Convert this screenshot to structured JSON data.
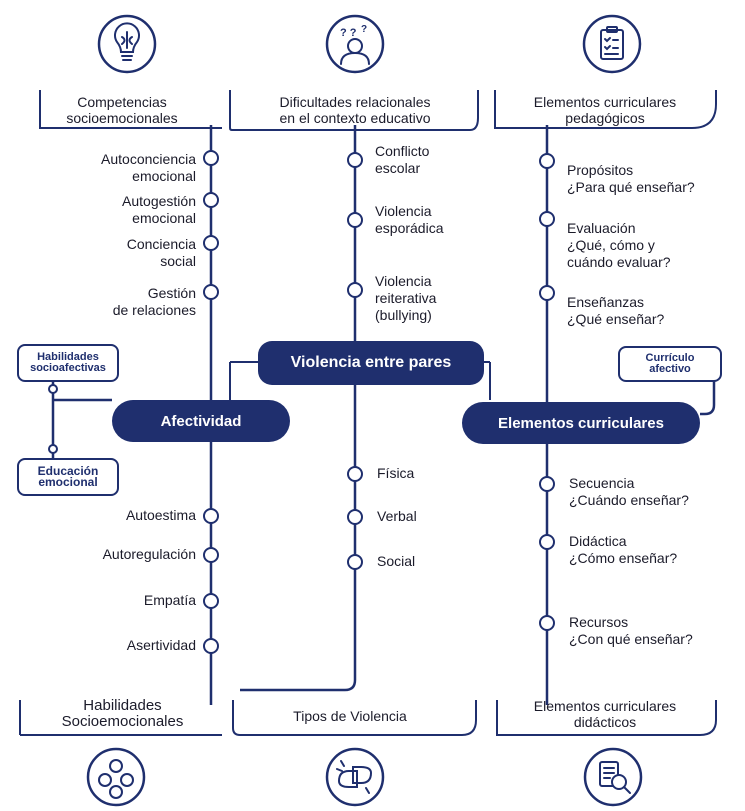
{
  "columns": {
    "left": {
      "top_header": "Competencias\nsocioemocionales",
      "top_items": [
        "Autoconciencia\nemocional",
        "Autogestión\nemocional",
        "Conciencia\nsocial",
        "Gestión\nde relaciones"
      ],
      "hub": "Afectividad",
      "side_tags": [
        "Habilidades\nsocioafectivas",
        "Educación\nemocional"
      ],
      "bottom_items": [
        "Autoestima",
        "Autoregulación",
        "Empatía",
        "Asertividad"
      ],
      "bottom_header": "Habilidades\nSocioemocionales"
    },
    "center": {
      "top_header": "Dificultades relacionales\nen el contexto educativo",
      "top_items": [
        "Conflicto\nescolar",
        "Violencia\nesporádica",
        "Violencia\nreiterativa\n(bullying)"
      ],
      "hub": "Violencia entre pares",
      "bottom_items": [
        "Física",
        "Verbal",
        "Social"
      ],
      "bottom_header": "Tipos de Violencia"
    },
    "right": {
      "top_header": "Elementos curriculares\npedagógicos",
      "top_items": [
        "Propósitos\n¿Para qué enseñar?",
        "Evaluación\n¿Qué, cómo y\ncuándo evaluar?",
        "Enseñanzas\n¿Qué enseñar?"
      ],
      "side_tag": "Currículo\nafectivo",
      "hub": "Elementos curriculares",
      "bottom_items": [
        "Secuencia\n¿Cuándo enseñar?",
        "Didáctica\n¿Cómo enseñar?",
        "Recursos\n¿Con qué enseñar?"
      ],
      "bottom_header": "Elementos curriculares\ndidácticos"
    }
  },
  "icons": {
    "top": [
      "brain-lightbulb-icon",
      "confused-person-icon",
      "checklist-clipboard-icon"
    ],
    "bottom": [
      "emotion-faces-icon",
      "fist-bump-icon",
      "document-magnifier-icon"
    ]
  },
  "colors": {
    "navy": "#1f2f6e",
    "line": "#1f2f6e",
    "accent_gradient": "#7fb8e8"
  }
}
